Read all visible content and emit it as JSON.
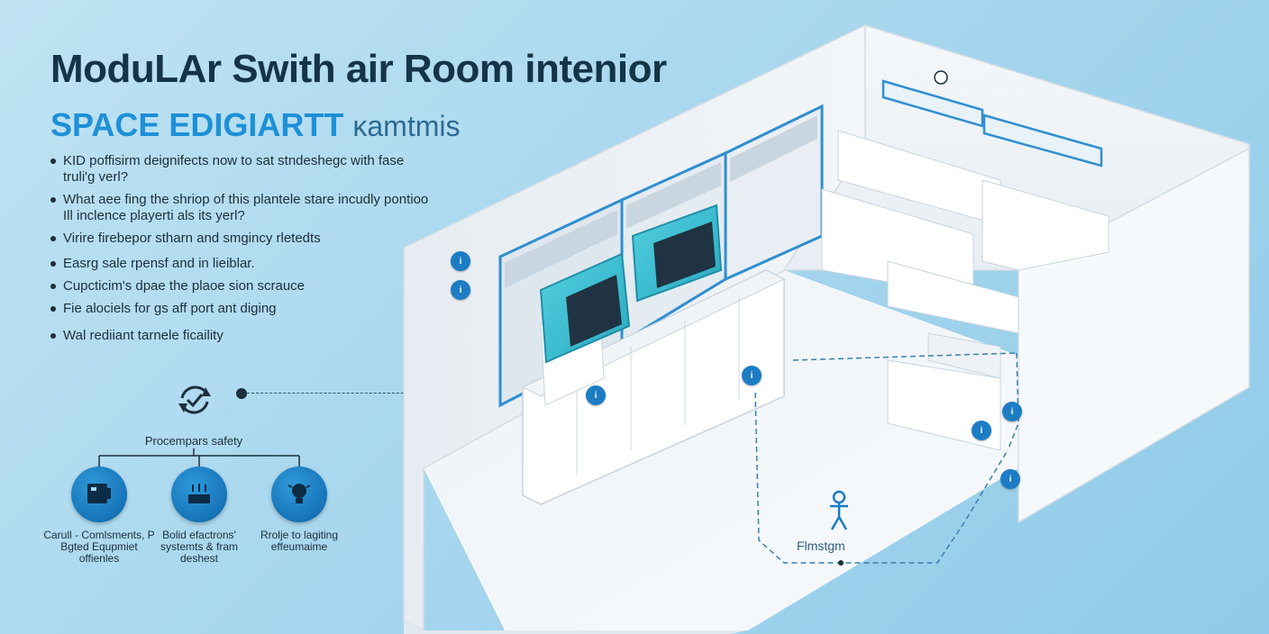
{
  "header": {
    "title": "ModuLAr Swith air Room intenior",
    "subtitle": "SPACE EDIGIARTT",
    "subtitle_suffix": "ĸamtmis"
  },
  "bullets": [
    "KID poffisirm deignifects now to sat stndeshegc with fase truli'g verl?",
    "What aee fing the shriop of this plantele stare incudly pontioo Ill inclence playerti als its yerl?",
    "Virire firebepor stharn and smgincy rletedts",
    "Easrg sale rpensf and in lieiblar.",
    "Cupcticim's dpae the plaoe sion scrauce",
    "Fie alociels for gs aff port ant diging",
    "Wal rediiant tarnele ficaility"
  ],
  "process": {
    "label": "Procempars safety",
    "icon": "cycle-check-icon"
  },
  "features": [
    {
      "label": "Carull - Comlsments, P Bgted Equpmiet offienles",
      "icon": "panel-icon"
    },
    {
      "label": "Bolid efactrons' systemts & fram deshest",
      "icon": "spark-board-icon"
    },
    {
      "label": "Rrolje to lagiting effeumaime",
      "icon": "light-bulb-icon"
    }
  ],
  "floor": {
    "flow_label": "Flmstgm",
    "person_icon": "person-icon"
  },
  "colors": {
    "accent": "#1e90d6",
    "title": "#143447",
    "screen": "#3cc3d6",
    "marker": "#1c7cc4"
  }
}
